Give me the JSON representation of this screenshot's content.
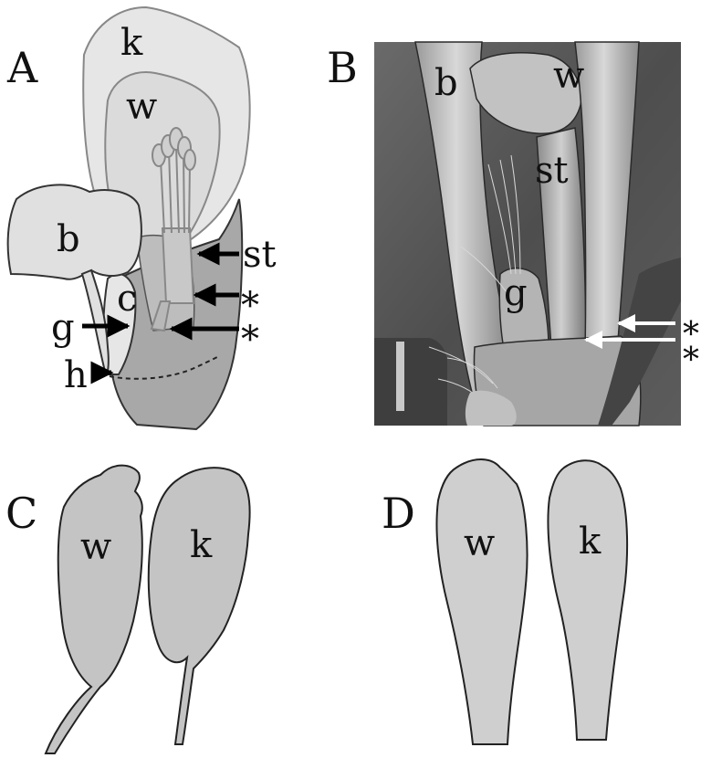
{
  "panels": {
    "A": {
      "letter": "A",
      "labels": {
        "k": "k",
        "w": "w",
        "b": "b",
        "c": "c",
        "st": "st",
        "g": "g",
        "h": "h",
        "asterisk_upper": "*",
        "asterisk_lower": "*"
      }
    },
    "B": {
      "letter": "B",
      "labels": {
        "b": "b",
        "w": "w",
        "st": "st",
        "g": "g",
        "asterisk_upper": "*",
        "asterisk_lower": "*"
      }
    },
    "C": {
      "letter": "C",
      "labels": {
        "w": "w",
        "k": "k"
      }
    },
    "D": {
      "letter": "D",
      "labels": {
        "w": "w",
        "k": "k"
      }
    }
  },
  "colors": {
    "outline": "#333333",
    "keel_fill": "#d9d9d9",
    "wing_fill": "#d0d0d0",
    "banner_fill": "#dcdcdc",
    "calyx_fill": "#a8a8a8",
    "petal_fill": "#c4c4c4",
    "petal_fill_d": "#cfcfcf",
    "arrow_dark": "#000000",
    "arrow_white": "#ffffff",
    "scale_bar": "#c8c8c8",
    "sem_background": "#5a5a5a"
  }
}
